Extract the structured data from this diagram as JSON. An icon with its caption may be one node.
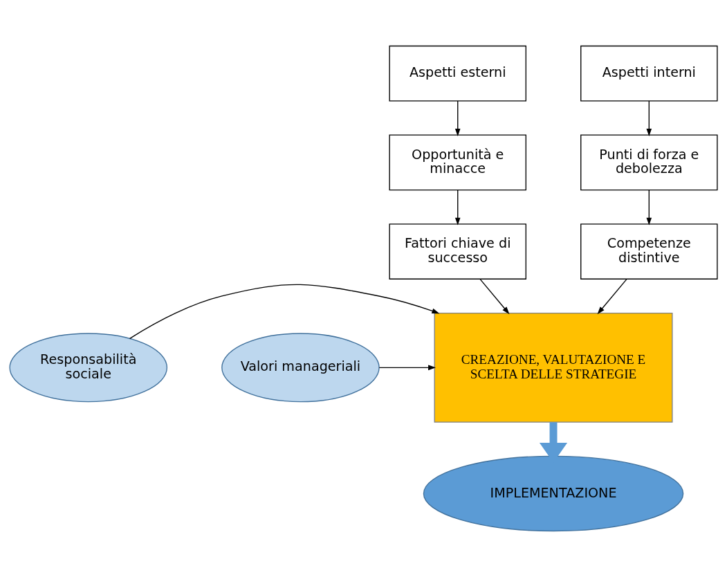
{
  "diagram": {
    "nodes": [
      {
        "text": [
          "Aspetti esterni"
        ]
      },
      {
        "text": [
          "Opportunità e minacce"
        ]
      },
      {
        "text": [
          "Fattori chiave di successo"
        ]
      },
      {
        "text": [
          "Aspetti interni"
        ]
      },
      {
        "text": [
          "Punti di forza e debolezza"
        ]
      },
      {
        "text": [
          "Competenze distintive"
        ]
      },
      {
        "text": [
          "CREAZIONE, VALUTAZIONE E SCELTA DELLE STRATEGIE"
        ]
      },
      {
        "text": [
          "Responsabilità sociale"
        ]
      },
      {
        "text": [
          "Valori manageriali"
        ]
      },
      {
        "text": [
          "IMPLEMENTAZIONE"
        ]
      }
    ],
    "edges": [
      {
        "from": 0,
        "to": 1,
        "arrow": "to"
      },
      {
        "from": 1,
        "to": 2,
        "arrow": "to"
      },
      {
        "from": 3,
        "to": 4,
        "arrow": "to"
      },
      {
        "from": 4,
        "to": 5,
        "arrow": "to"
      },
      {
        "from": 2,
        "to": 6,
        "arrow": "to"
      },
      {
        "from": 5,
        "to": 6,
        "arrow": "to"
      },
      {
        "from": 7,
        "to": 6,
        "arrow": "to"
      },
      {
        "from": 8,
        "to": 6,
        "arrow": "to"
      },
      {
        "from": 6,
        "to": 9,
        "arrow": "to",
        "style": "thick",
        "color": "#5b9bd5"
      }
    ]
  }
}
